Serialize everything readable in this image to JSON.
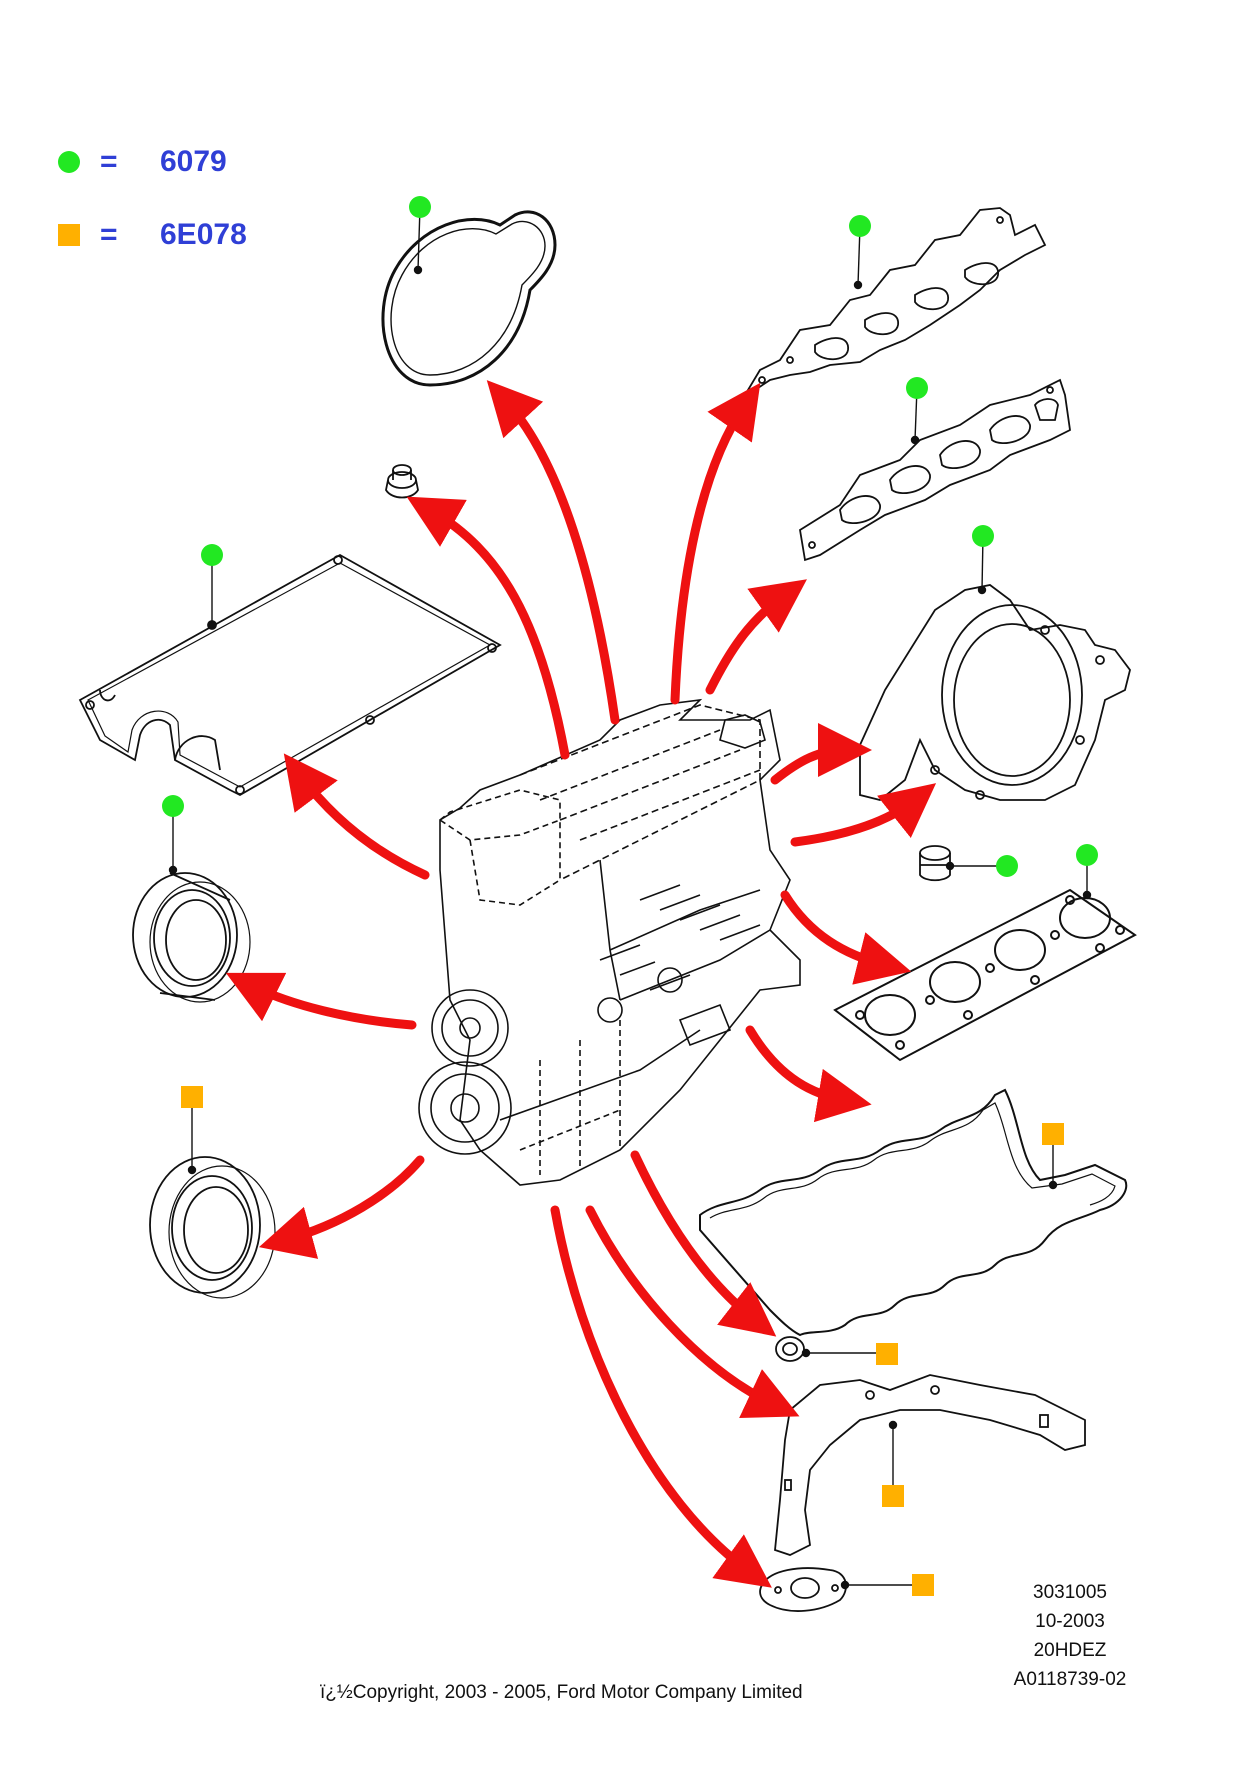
{
  "legend": [
    {
      "marker": "circle",
      "color": "#22e822",
      "eq": "=",
      "code": "6079"
    },
    {
      "marker": "square",
      "color": "#ffb000",
      "eq": "=",
      "code": "6E078"
    }
  ],
  "reference": {
    "line1": "3031005",
    "line2": "10-2003",
    "line3": "20HDEZ",
    "line4": "A0118739-02"
  },
  "copyright": "ï¿½Copyright, 2003 - 2005, Ford Motor Company Limited",
  "colors": {
    "arrow": "#ee1111",
    "circle_marker": "#22e822",
    "square_marker": "#ffb000",
    "legend_text": "#2f3fd6",
    "line_art": "#111111"
  }
}
